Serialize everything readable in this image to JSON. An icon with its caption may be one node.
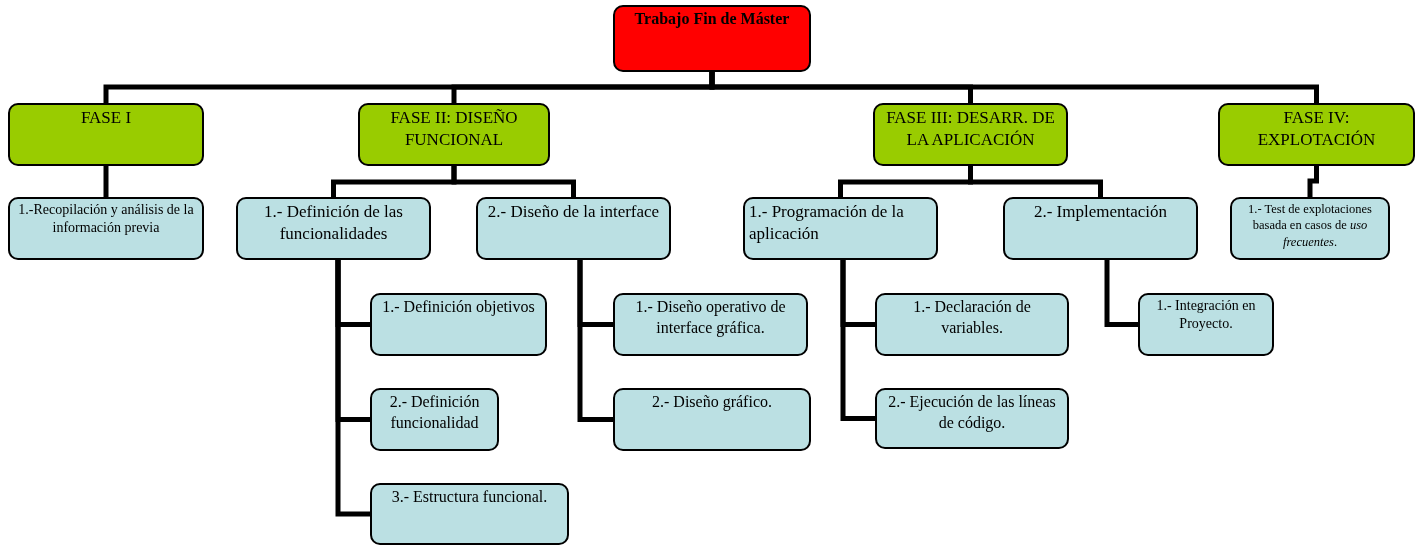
{
  "diagram": {
    "nodes": [
      {
        "text": [
          "Trabajo Fin de Máster"
        ]
      },
      {
        "text": [
          "FASE I"
        ]
      },
      {
        "text": [
          "FASE II: DISEÑO FUNCIONAL"
        ]
      },
      {
        "text": [
          "FASE III: DESARR. DE LA APLICACIÓN"
        ]
      },
      {
        "text": [
          "FASE IV: EXPLOTACIÓN"
        ]
      },
      {
        "text": [
          "1.-Recopilación y análisis de la información previa"
        ]
      },
      {
        "text": [
          "1.- Definición de las funcionalidades"
        ]
      },
      {
        "text": [
          "2.- Diseño de la interface"
        ]
      },
      {
        "text": [
          "1.- Programación de la aplicación"
        ]
      },
      {
        "text": [
          "2.- Implementación"
        ]
      },
      {
        "text": [
          "1.- Test de explotaciones basada en casos de *uso frecuentes*."
        ]
      },
      {
        "text": [
          "1.- Definición objetivos"
        ]
      },
      {
        "text": [
          "2.- Definición funcionalidad"
        ]
      },
      {
        "text": [
          "3.- Estructura funcional."
        ]
      },
      {
        "text": [
          "1.- Diseño operativo de interface gráfica."
        ]
      },
      {
        "text": [
          "2.- Diseño gráfico."
        ]
      },
      {
        "text": [
          "1.- Declaración de variables."
        ]
      },
      {
        "text": [
          "2.- Ejecución de las líneas de código."
        ]
      },
      {
        "text": [
          "1.- Integración en Proyecto."
        ]
      }
    ],
    "edges": [
      {
        "from": 0,
        "to": 1,
        "arrow": "none"
      },
      {
        "from": 0,
        "to": 2,
        "arrow": "none"
      },
      {
        "from": 0,
        "to": 3,
        "arrow": "none"
      },
      {
        "from": 0,
        "to": 4,
        "arrow": "none"
      },
      {
        "from": 1,
        "to": 5,
        "arrow": "none"
      },
      {
        "from": 2,
        "to": 6,
        "arrow": "none"
      },
      {
        "from": 2,
        "to": 7,
        "arrow": "none"
      },
      {
        "from": 3,
        "to": 8,
        "arrow": "none"
      },
      {
        "from": 3,
        "to": 9,
        "arrow": "none"
      },
      {
        "from": 4,
        "to": 10,
        "arrow": "none"
      },
      {
        "from": 6,
        "to": 11,
        "arrow": "none"
      },
      {
        "from": 6,
        "to": 12,
        "arrow": "none"
      },
      {
        "from": 6,
        "to": 13,
        "arrow": "none"
      },
      {
        "from": 7,
        "to": 14,
        "arrow": "none"
      },
      {
        "from": 7,
        "to": 15,
        "arrow": "none"
      },
      {
        "from": 8,
        "to": 16,
        "arrow": "none"
      },
      {
        "from": 8,
        "to": 17,
        "arrow": "none"
      },
      {
        "from": 9,
        "to": 18,
        "arrow": "none"
      }
    ]
  }
}
